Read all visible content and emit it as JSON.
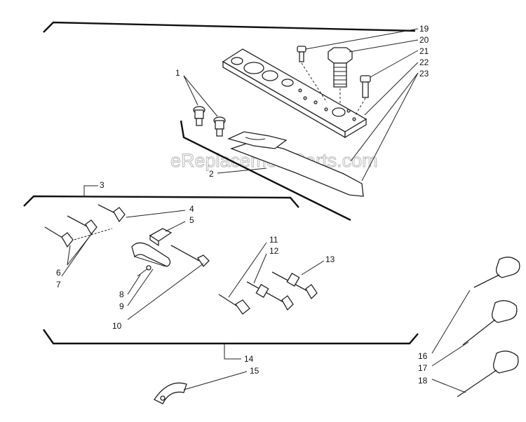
{
  "watermark": "eReplacementParts.com",
  "callouts": {
    "n1": "1",
    "n2": "2",
    "n3": "3",
    "n4": "4",
    "n5": "5",
    "n6": "6",
    "n7": "7",
    "n8": "8",
    "n9": "9",
    "n10": "10",
    "n11": "11",
    "n12": "12",
    "n13": "13",
    "n14": "14",
    "n15": "15",
    "n16": "16",
    "n17": "17",
    "n18": "18",
    "n19": "19",
    "n20": "20",
    "n21": "21",
    "n22": "22",
    "n23": "23"
  }
}
